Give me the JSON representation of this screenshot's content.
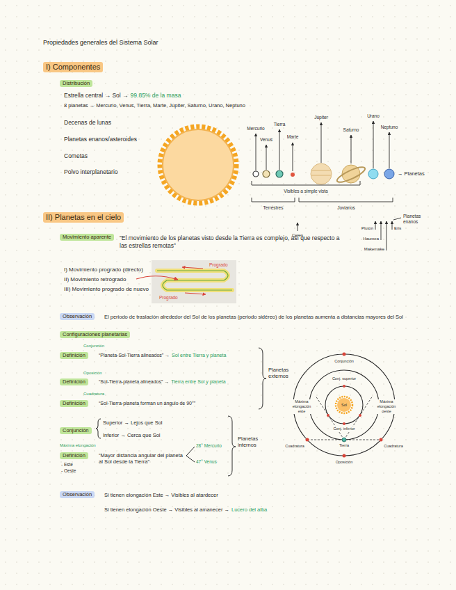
{
  "diagram": {
    "title": "Propiedades generales del Sistema Solar",
    "nodes": [
      {
        "text": [
          "I) Componentes"
        ]
      },
      {
        "text": [
          "Distribución"
        ]
      },
      {
        "text": [
          "II) Planetas en el cielo"
        ]
      },
      {
        "text": [
          "Movimiento aparente"
        ]
      },
      {
        "text": [
          "Observación"
        ]
      },
      {
        "text": [
          "Configuraciones planetarias"
        ]
      },
      {
        "text": [
          "Definición"
        ]
      },
      {
        "text": [
          "Definición"
        ]
      },
      {
        "text": [
          "Definición"
        ]
      },
      {
        "text": [
          "Conjunción"
        ]
      },
      {
        "text": [
          "Definición"
        ]
      },
      {
        "text": [
          "Observación"
        ]
      }
    ],
    "labels": [
      "Estrella central → Sol →",
      "99.85% de la masa",
      "8 planetas → Mercurio, Venus, Tierra, Marte, Júpiter, Saturno, Urano, Neptuno",
      "Decenas de lunas",
      "Planetas enanos/asteroides",
      "Cometas",
      "Polvo interplanetario",
      "Mercurio",
      "Venus",
      "Tierra",
      "Marte",
      "Júpiter",
      "Saturno",
      "Urano",
      "Neptuno",
      "→ Planetas",
      "Visibles a simple vista",
      "Terrestres",
      "Jovianos",
      "Ceres",
      "Planetas enanos",
      "Plutón",
      "Eris",
      "Haumea",
      "Makemake",
      "“El movimiento de los planetas visto desde la Tierra es complejo, así que respecto a las estrellas remotas”",
      "I) Movimiento progrado (directo)",
      "II) Movimiento retrógrado",
      "III) Movimiento progrado de nuevo",
      "Progrado",
      "Progrado",
      "El periodo de traslación alrededor del Sol de los planetas (periodo sidéreo) de los planetas aumenta a distancias mayores del Sol",
      "Conjunción",
      "“Planeta-Sol-Tierra alineados” →",
      "Sol entre Tierra y planeta",
      "Oposición",
      "“Sol-Tierra-planeta alineados” →",
      "Tierra entre Sol y planeta",
      "Cuadratura",
      "“Sol-Tierra-planeta forman un ángulo de 90°”",
      "Planetas externos",
      "Superior → Lejos que Sol",
      "Inferior → Cerca que Sol",
      "Máxima elongación",
      "“Mayor distancia angular del planeta al Sol desde la Tierra”",
      "- Este",
      "- Oeste",
      "28° Mercurio",
      "47° Venus",
      "Planetas internos",
      "Si tienen elongación Este → Visibles al atardecer",
      "Si tienen elongación Oeste → Visibles al amanecer →",
      "Lucero del alba",
      "Conjunción",
      "Conj. superior",
      "Sol",
      "Conj. inferior",
      "Tierra",
      "Oposición",
      "Máxima elongación este",
      "Máxima elongación oeste",
      "Cuadratura",
      "Cuadratura"
    ]
  }
}
